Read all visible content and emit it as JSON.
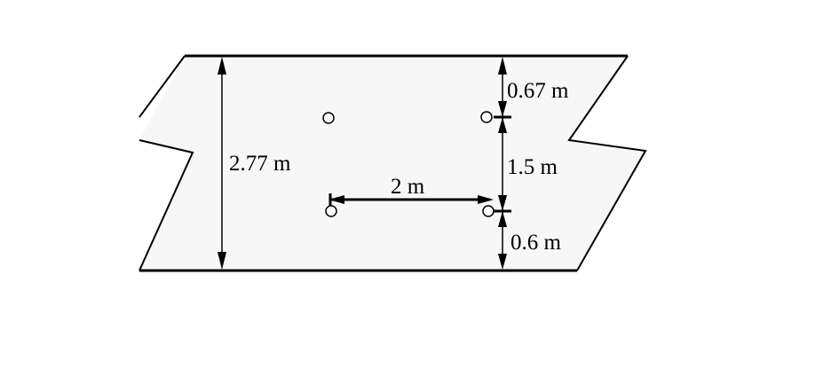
{
  "colors": {
    "background": "#ffffff",
    "slab_fill": "#f7f7f7",
    "line": "#000000"
  },
  "labels": {
    "total_height": "2.77 m",
    "top_offset": "0.67 m",
    "middle_spacing": "1.5 m",
    "bottom_offset": "0.6 m",
    "horizontal_spacing": "2 m"
  }
}
